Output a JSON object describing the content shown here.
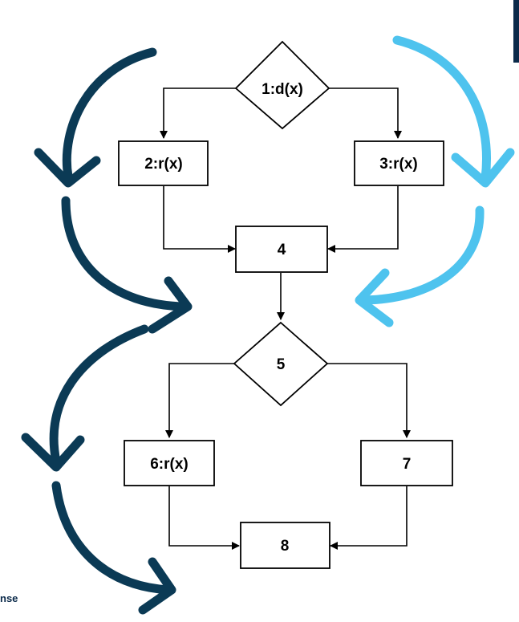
{
  "nodes": [
    {
      "id": "1",
      "label": "1:d(x)",
      "shape": "decision"
    },
    {
      "id": "2",
      "label": "2:r(x)",
      "shape": "process"
    },
    {
      "id": "3",
      "label": "3:r(x)",
      "shape": "process"
    },
    {
      "id": "4",
      "label": "4",
      "shape": "process"
    },
    {
      "id": "5",
      "label": "5",
      "shape": "decision"
    },
    {
      "id": "6",
      "label": "6:r(x)",
      "shape": "process"
    },
    {
      "id": "7",
      "label": "7",
      "shape": "process"
    },
    {
      "id": "8",
      "label": "8",
      "shape": "process"
    }
  ],
  "edges": [
    {
      "from": "1",
      "to": "2"
    },
    {
      "from": "1",
      "to": "3"
    },
    {
      "from": "2",
      "to": "4"
    },
    {
      "from": "3",
      "to": "4"
    },
    {
      "from": "4",
      "to": "5"
    },
    {
      "from": "5",
      "to": "6"
    },
    {
      "from": "5",
      "to": "7"
    },
    {
      "from": "6",
      "to": "8"
    },
    {
      "from": "7",
      "to": "8"
    }
  ],
  "path_arrows": {
    "dark_color": "#0b3a55",
    "light_color": "#4ec3ee"
  },
  "footer": {
    "partial_text": "nse"
  },
  "colors": {
    "node_stroke": "#000000",
    "node_fill": "#ffffff",
    "accent_bar": "#0b2a4a"
  }
}
